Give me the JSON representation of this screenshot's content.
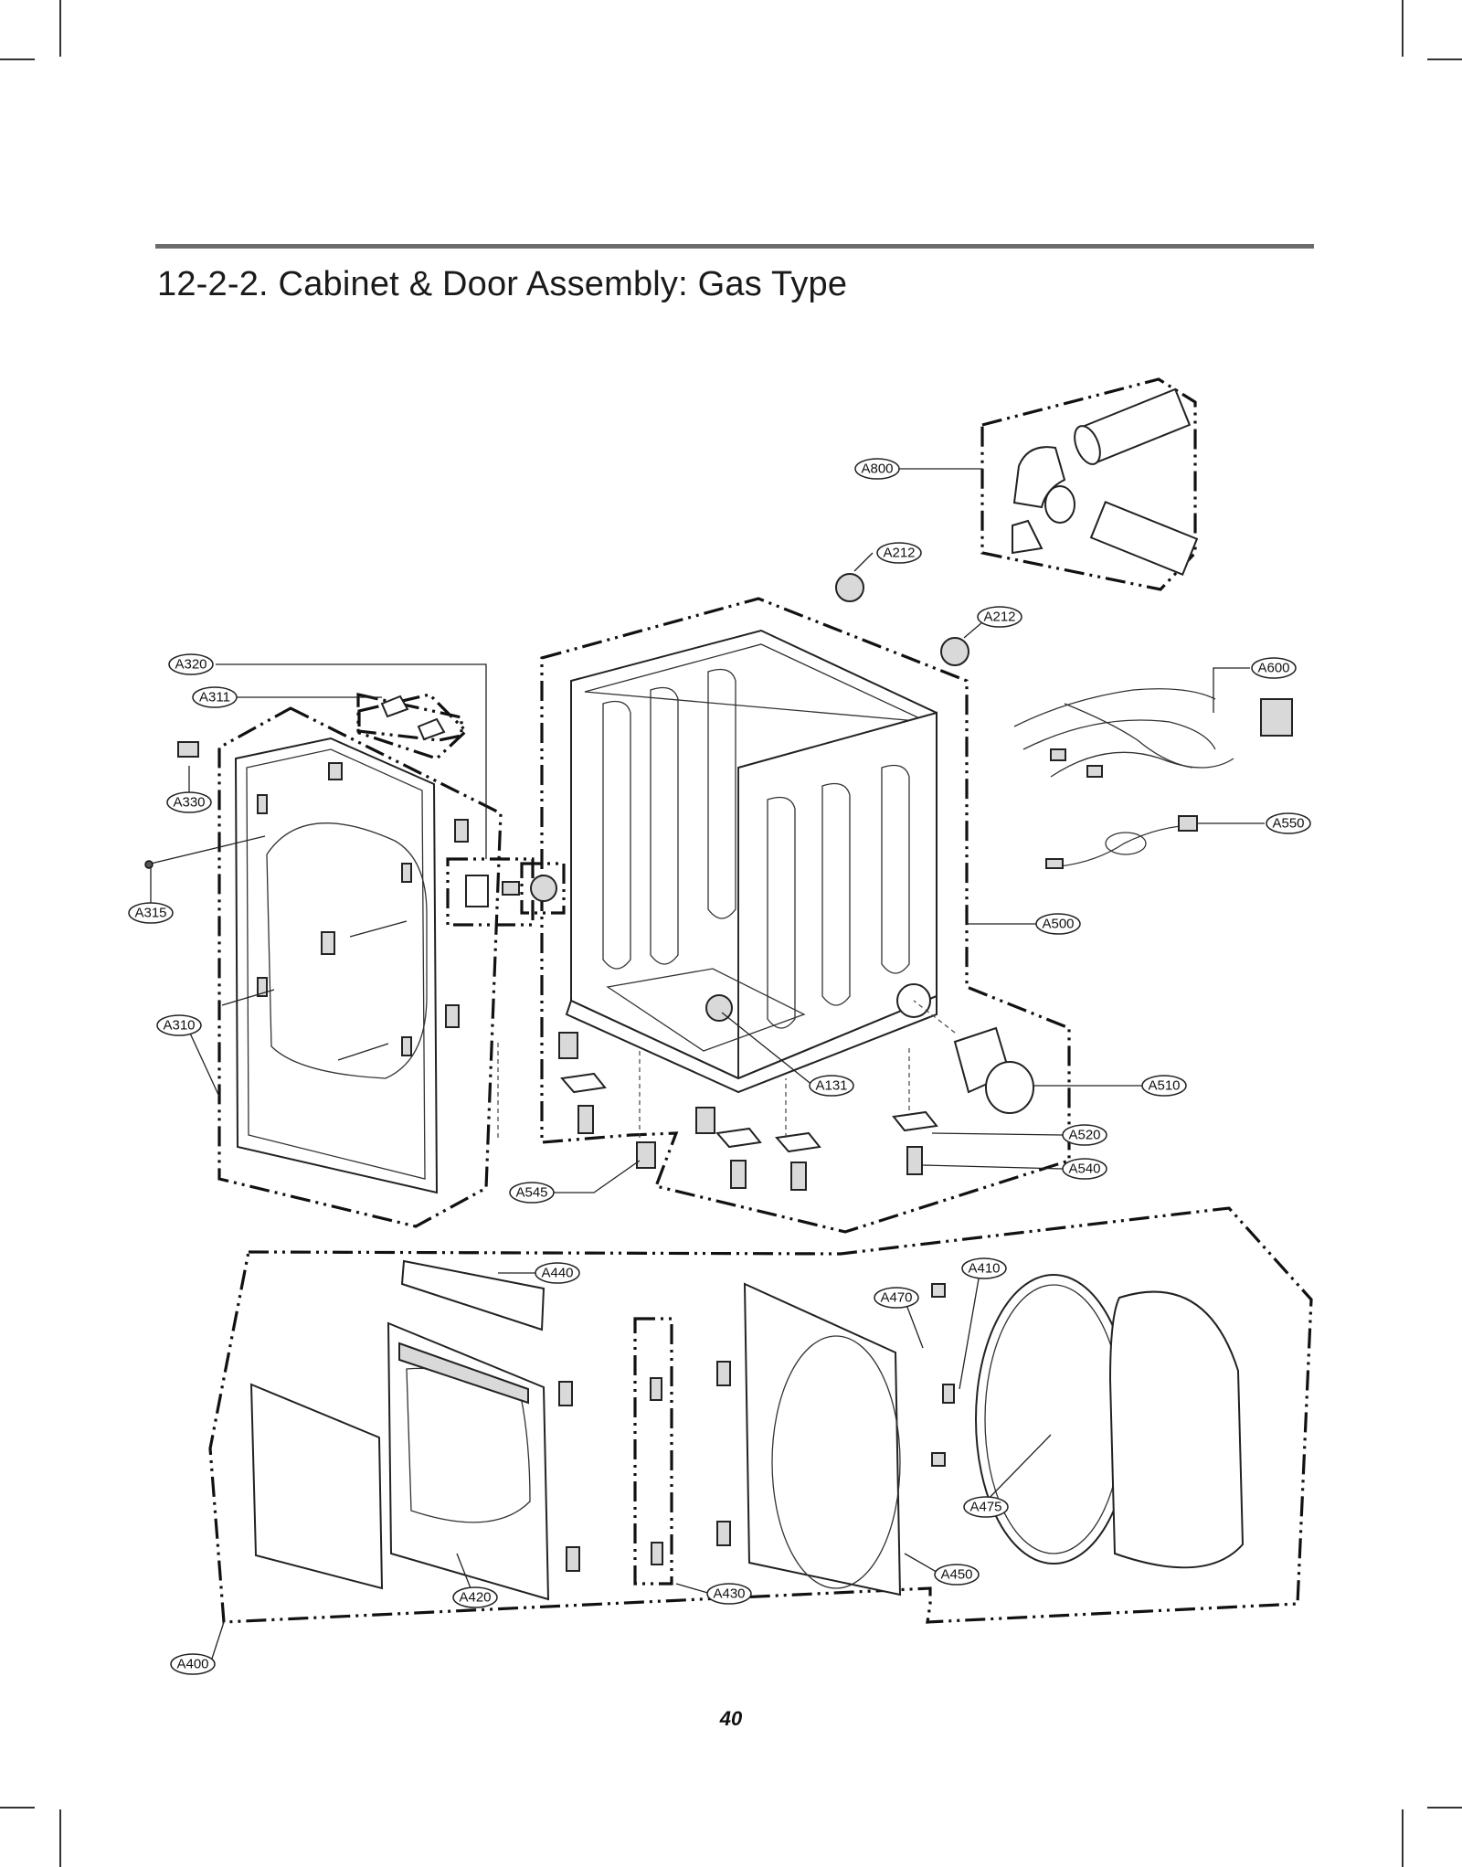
{
  "header": {
    "title": "12-2-2. Cabinet & Door Assembly: Gas Type"
  },
  "footer": {
    "page_number": "40"
  },
  "labels": [
    "A800",
    "A212",
    "A212",
    "A320",
    "A311",
    "A600",
    "A330",
    "A550",
    "A315",
    "A500",
    "A310",
    "A131",
    "A510",
    "A520",
    "A540",
    "A545",
    "A440",
    "A410",
    "A470",
    "A475",
    "A450",
    "A430",
    "A420",
    "A400"
  ]
}
